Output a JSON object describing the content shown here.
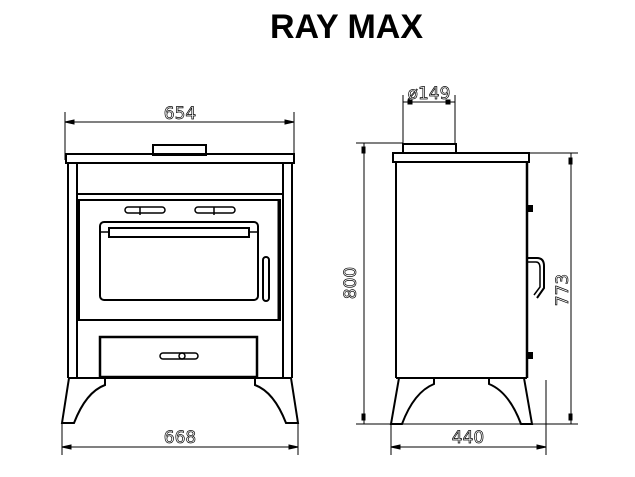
{
  "title": "RAY MAX",
  "front_view": {
    "dimensions": {
      "top_width": "654",
      "base_width": "668"
    }
  },
  "side_view": {
    "dimensions": {
      "flue_diameter": "ø149",
      "total_height": "800",
      "body_height": "773",
      "depth": "440"
    }
  },
  "colors": {
    "line": "#000000",
    "background": "#ffffff"
  }
}
